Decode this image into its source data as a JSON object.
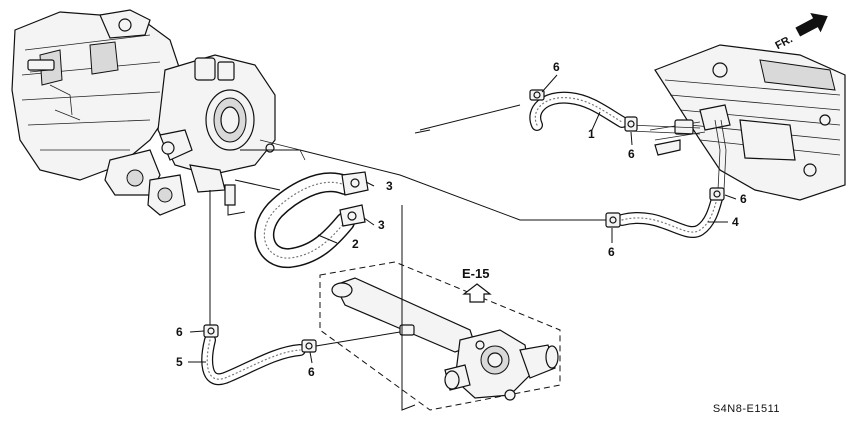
{
  "callouts": {
    "c1": "1",
    "c2": "2",
    "c3a": "3",
    "c3b": "3",
    "c4": "4",
    "c5": "5",
    "c6a": "6",
    "c6b": "6",
    "c6c": "6",
    "c6d": "6",
    "c6e": "6",
    "c6f": "6"
  },
  "reference_label": "E-15",
  "direction_label": "FR.",
  "diagram_code": "S4N8-E1511"
}
